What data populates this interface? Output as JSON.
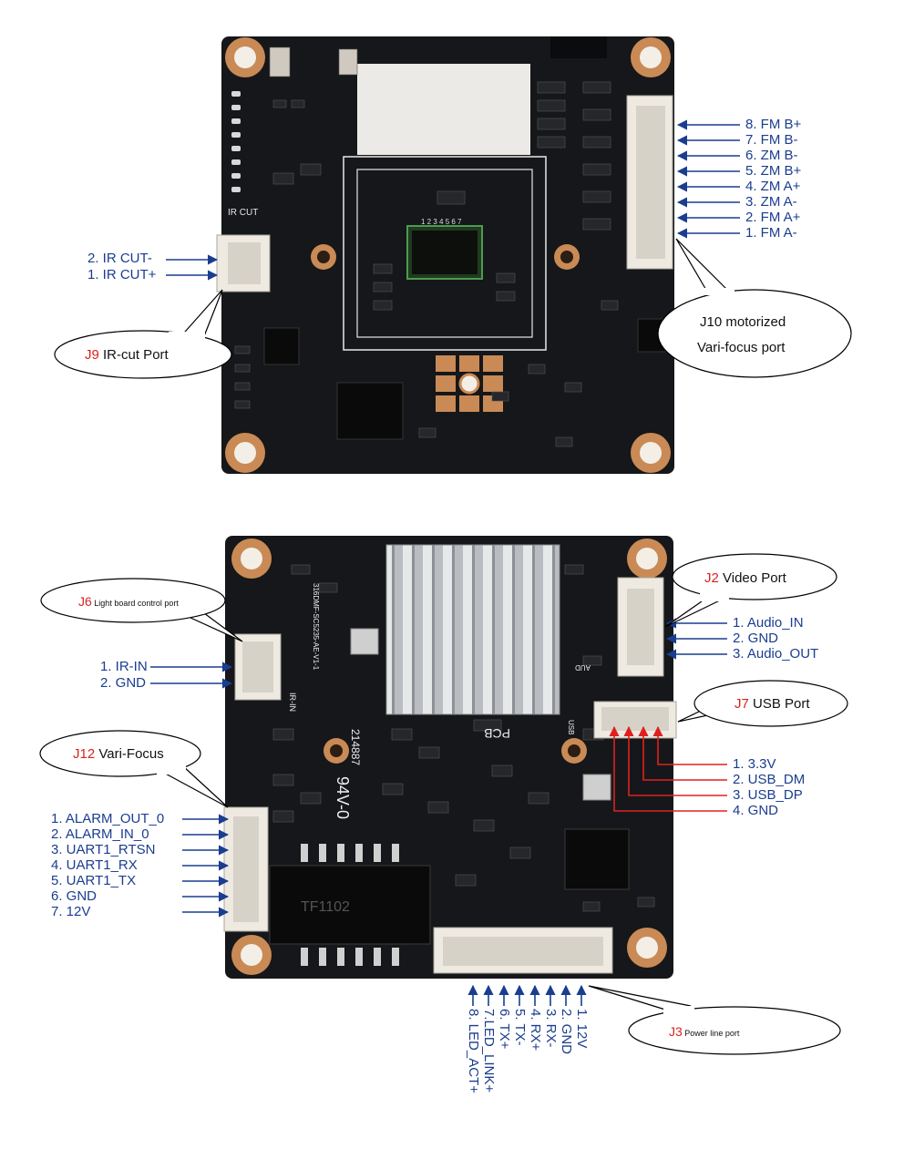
{
  "colors": {
    "label_blue": "#1a3d8f",
    "port_red": "#d8231f",
    "usb_arrow_red": "#e02020",
    "pcb_black": "#15171a",
    "pad_copper": "#c98a55"
  },
  "top_board": {
    "silkscreen_ir_cut": "IR CUT",
    "silkscreen_pins": "1 2 3 4 5 6 7",
    "ir_cut_pins": [
      "2. IR CUT-",
      "1. IR CUT+"
    ],
    "j10_pins": [
      "8. FM B+",
      "7. FM B-",
      "6. ZM B-",
      "5. ZM B+",
      "4. ZM A+",
      "3. ZM A-",
      "2. FM A+",
      "1. FM A-"
    ],
    "j9_callout": {
      "ref": "J9",
      "text": " IR-cut Port"
    },
    "j10_callout": {
      "line1": "J10 motorized",
      "line2": "Vari-focus port"
    }
  },
  "bottom_board": {
    "j6_callout": {
      "ref": "J6",
      "text": " Light board control port"
    },
    "j6_pins": [
      "1. IR-IN",
      "2. GND"
    ],
    "j2_callout": {
      "ref": "J2",
      "text": " Video Port"
    },
    "j2_pins": [
      "1. Audio_IN",
      "2. GND",
      "3. Audio_OUT"
    ],
    "j7_callout": {
      "ref": "J7",
      "text": " USB Port"
    },
    "j7_pins": [
      "1. 3.3V",
      "2. USB_DM",
      "3. USB_DP",
      "4. GND"
    ],
    "j12_callout": {
      "ref": "J12",
      "text": " Vari-Focus"
    },
    "j12_pins": [
      "1. ALARM_OUT_0",
      "2. ALARM_IN_0",
      "3. UART1_RTSN",
      "4. UART1_RX",
      "5. UART1_TX",
      "6. GND",
      "7. 12V"
    ],
    "j3_callout": {
      "ref": "J3",
      "text": " Power line port"
    },
    "j3_pins": [
      "1. 12V",
      "2. GND",
      "3. RX-",
      "4. RX+",
      "5. TX-",
      "6. TX+",
      "7.LED_LINK+",
      "8. LED_ACT+"
    ],
    "silkscreen": {
      "part_no": "214887",
      "rating": "94V-0",
      "model": "316DMF-SC5235-AE-V1-1",
      "chip": "TF1102",
      "ir_in": "IR-IN",
      "usb": "USB",
      "aud": "AUD",
      "pcb": "PCB"
    }
  }
}
